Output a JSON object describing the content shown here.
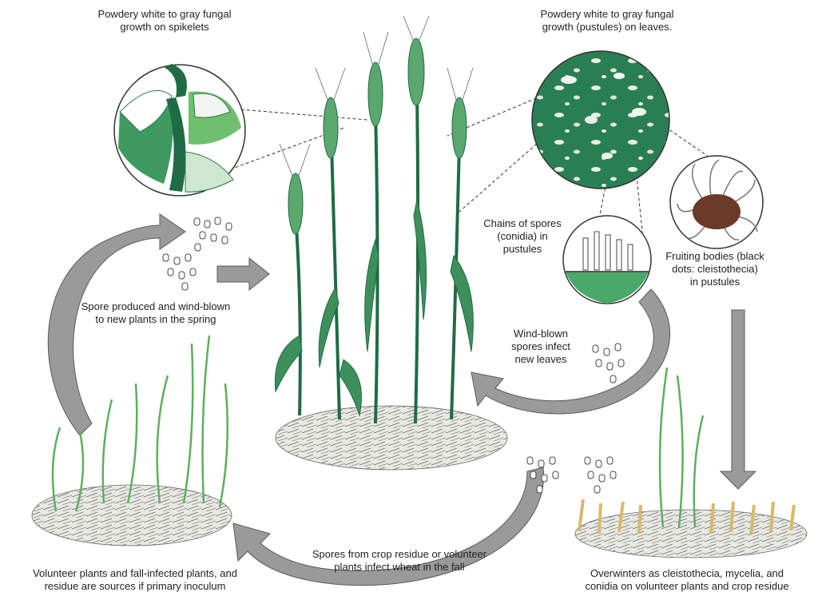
{
  "labels": {
    "spikelets": [
      "Powdery white to gray fungal",
      "growth on spikelets"
    ],
    "leaves": [
      "Powdery white to gray fungal",
      "growth (pustules) on leaves."
    ],
    "chains": [
      "Chains of spores",
      "(conidia) in",
      "pustules"
    ],
    "fruiting": [
      "Fruiting bodies (black",
      "dots: cleistothecia)",
      "in pustules"
    ],
    "spring": [
      "Spore produced and wind-blown",
      "to new plants in the spring"
    ],
    "windblown": [
      "Wind-blown",
      "spores infect",
      "new leaves"
    ],
    "volunteer": [
      "Volunteer plants and fall-infected plants, and",
      "residue are sources if primary inoculum"
    ],
    "fall": [
      "Spores from crop residue or volunteer",
      "plants infect wheat in the fall"
    ],
    "overwinters": [
      "Overwinters as cleistothecia, mycelia, and",
      "conidia on volunteer plants and crop residue"
    ]
  },
  "colors": {
    "leaf_green": "#2f8a5a",
    "dark_green": "#1d6b47",
    "light_green": "#8fcf8f",
    "arrow_gray": "#9a9a9a",
    "straw": "#d9b969",
    "spore_brown": "#6b3a28"
  }
}
